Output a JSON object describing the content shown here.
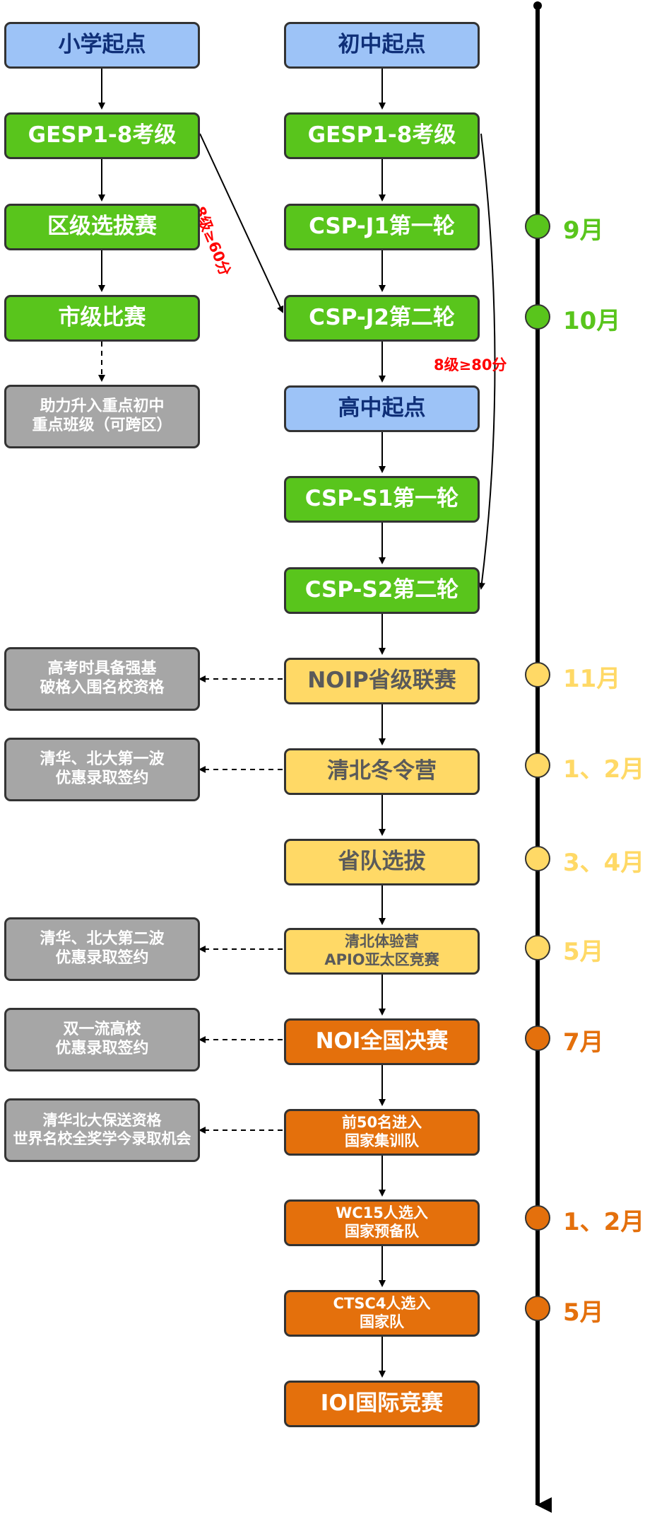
{
  "left_column": [
    {
      "id": "L1",
      "text": "小学起点"
    },
    {
      "id": "L2",
      "text": "GESP1-8考级"
    },
    {
      "id": "L3",
      "text": "区级选拔赛"
    },
    {
      "id": "L4",
      "text": "市级比赛"
    },
    {
      "id": "L5",
      "line1": "助力升入重点初中",
      "line2": "重点班级（可跨区）"
    }
  ],
  "middle_column": [
    {
      "id": "M1",
      "text": "初中起点"
    },
    {
      "id": "M2",
      "text": "GESP1-8考级"
    },
    {
      "id": "M3",
      "text": "CSP-J1第一轮"
    },
    {
      "id": "M4",
      "text": "CSP-J2第二轮"
    },
    {
      "id": "M5",
      "text": "高中起点"
    },
    {
      "id": "M6",
      "text": "CSP-S1第一轮"
    },
    {
      "id": "M7",
      "text": "CSP-S2第二轮"
    },
    {
      "id": "M8",
      "text": "NOIP省级联赛"
    },
    {
      "id": "M9",
      "text": "清北冬令营"
    },
    {
      "id": "M10",
      "text": "省队选拔"
    },
    {
      "id": "M11",
      "line1": "清北体验营",
      "line2": "APIO亚太区竞赛"
    },
    {
      "id": "M12",
      "text": "NOI全国决赛"
    },
    {
      "id": "M13",
      "line1": "前50名进入",
      "line2": "国家集训队"
    },
    {
      "id": "M14",
      "line1": "WC15人选入",
      "line2": "国家预备队"
    },
    {
      "id": "M15",
      "line1": "CTSC4人选入",
      "line2": "国家队"
    },
    {
      "id": "M16",
      "text": "IOI国际竞赛"
    }
  ],
  "outcomes": [
    {
      "id": "O1",
      "line1": "高考时具备强基",
      "line2": "破格入围名校资格"
    },
    {
      "id": "O2",
      "line1": "清华、北大第一波",
      "line2": "优惠录取签约"
    },
    {
      "id": "O3",
      "line1": "清华、北大第二波",
      "line2": "优惠录取签约"
    },
    {
      "id": "O4",
      "line1": "双一流高校",
      "line2": "优惠录取签约"
    },
    {
      "id": "O5",
      "line1": "清华北大保送资格",
      "line2": "世界名校全奖学今录取机会"
    }
  ],
  "edge_labels": {
    "gesp_left_to_j2": "8级≥60分",
    "gesp_mid_to_s2": "8级≥80分"
  },
  "timeline": [
    {
      "label": "9月",
      "color": "#59c51c"
    },
    {
      "label": "10月",
      "color": "#59c51c"
    },
    {
      "label": "11月",
      "color": "#ffd966"
    },
    {
      "label": "1、2月",
      "color": "#ffd966"
    },
    {
      "label": "3、4月",
      "color": "#ffd966"
    },
    {
      "label": "5月",
      "color": "#ffd966"
    },
    {
      "label": "7月",
      "color": "#e4700c"
    },
    {
      "label": "1、2月",
      "color": "#e4700c"
    },
    {
      "label": "5月",
      "color": "#e4700c"
    }
  ],
  "colors": {
    "start_blue": "#9dc3f7",
    "stage_green": "#59c51c",
    "stage_yellow": "#ffd966",
    "stage_orange": "#e4700c",
    "outcome_gray": "#a6a6a6",
    "threshold_red": "#ff0000"
  }
}
